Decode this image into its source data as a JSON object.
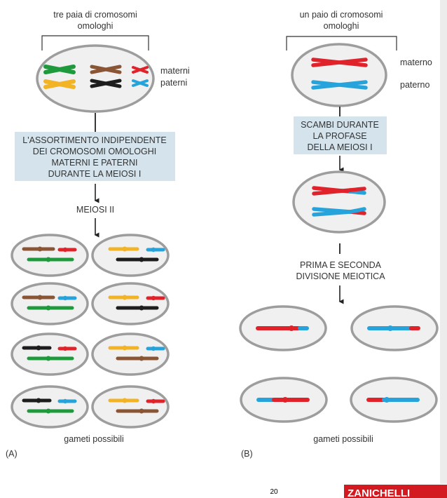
{
  "panel_a": {
    "label": "(A)",
    "top_caption_line1": "tre paia di cromosomi",
    "top_caption_line2": "omologhi",
    "legend_maternal": "materni",
    "legend_paternal": "paterni",
    "box_line1": "L'ASSORTIMENTO INDIPENDENTE",
    "box_line2": "DEI CROMOSOMI OMOLOGHI",
    "box_line3": "MATERNI E PATERNI",
    "box_line4": "DURANTE LA MEIOSI I",
    "step_label": "MEIOSI II",
    "bottom_caption": "gameti possibili"
  },
  "panel_b": {
    "label": "(B)",
    "top_caption_line1": "un paio di cromosomi",
    "top_caption_line2": "omologhi",
    "legend_maternal": "materno",
    "legend_paternal": "paterno",
    "box_line1": "SCAMBI DURANTE",
    "box_line2": "LA PROFASE",
    "box_line3": "DELLA MEIOSI I",
    "step_line1": "PRIMA E SECONDA",
    "step_line2": "DIVISIONE MEIOTICA",
    "bottom_caption": "gameti possibili"
  },
  "footer": {
    "page_number": "20",
    "publisher": "ZANICHELLI"
  },
  "colors": {
    "green": "#1e9a3c",
    "yellow": "#f2b324",
    "brown": "#8a5535",
    "black": "#1d1d1d",
    "red": "#e0232b",
    "blue": "#27a3dc",
    "cell_border": "#9d9d9d",
    "cell_fill": "#f0f0f0",
    "box_fill": "#d5e4ec",
    "logo": "#d31a21"
  }
}
